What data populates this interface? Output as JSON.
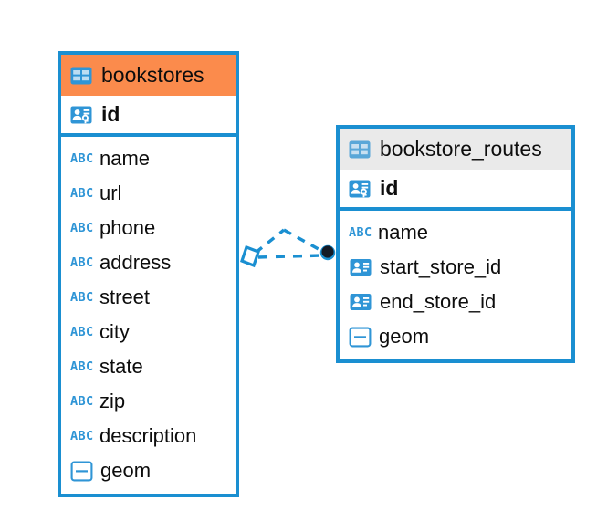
{
  "diagram": {
    "type": "entity-relationship-diagram",
    "background": "#ffffff",
    "accent_color": "#1a8fd1",
    "highlight_color": "#fb8b4c",
    "header_grey": "#eaeaea",
    "text_color": "#0d0d0d"
  },
  "entities": [
    {
      "name": "bookstores",
      "header_style": "orange",
      "primary_key": {
        "label": "id",
        "icon": "primary-key-icon"
      },
      "fields": [
        {
          "label": "name",
          "icon": "abc-icon",
          "icon_text": "ABC"
        },
        {
          "label": "url",
          "icon": "abc-icon",
          "icon_text": "ABC"
        },
        {
          "label": "phone",
          "icon": "abc-icon",
          "icon_text": "ABC"
        },
        {
          "label": "address",
          "icon": "abc-icon",
          "icon_text": "ABC"
        },
        {
          "label": "street",
          "icon": "abc-icon",
          "icon_text": "ABC"
        },
        {
          "label": "city",
          "icon": "abc-icon",
          "icon_text": "ABC"
        },
        {
          "label": "state",
          "icon": "abc-icon",
          "icon_text": "ABC"
        },
        {
          "label": "zip",
          "icon": "abc-icon",
          "icon_text": "ABC"
        },
        {
          "label": "description",
          "icon": "abc-icon",
          "icon_text": "ABC"
        },
        {
          "label": "geom",
          "icon": "geometry-icon"
        }
      ]
    },
    {
      "name": "bookstore_routes",
      "header_style": "grey",
      "primary_key": {
        "label": "id",
        "icon": "primary-key-icon"
      },
      "fields": [
        {
          "label": "name",
          "icon": "abc-icon",
          "icon_text": "ABC"
        },
        {
          "label": "start_store_id",
          "icon": "foreign-key-icon"
        },
        {
          "label": "end_store_id",
          "icon": "foreign-key-icon"
        },
        {
          "label": "geom",
          "icon": "geometry-icon"
        }
      ]
    }
  ],
  "relationship": {
    "source_entity": "bookstores",
    "target_entity": "bookstore_routes",
    "line_style": "dashed",
    "line_color": "#1a8fd1",
    "source_marker": "diamond",
    "target_marker": "filled-circle",
    "target_marker_color": "#131a26"
  }
}
